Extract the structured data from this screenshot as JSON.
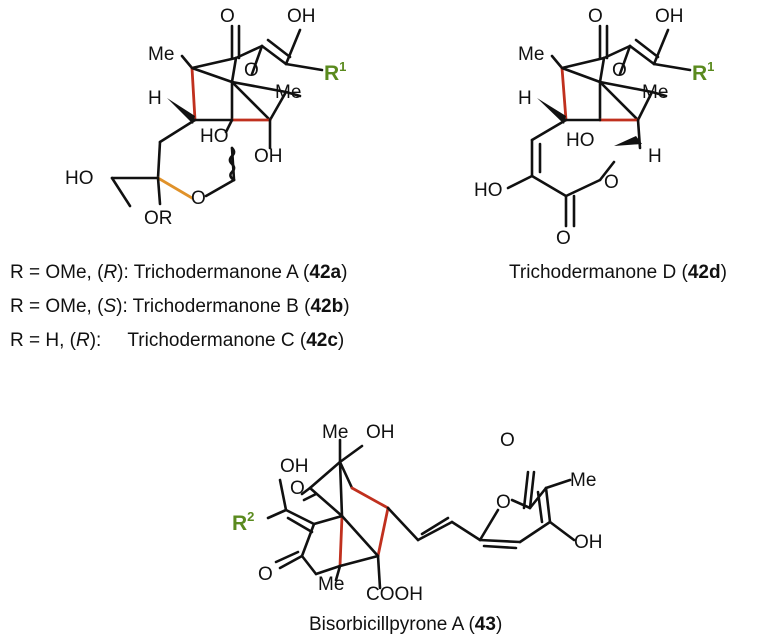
{
  "colors": {
    "highlight_bond": "#c0301e",
    "ring_bond": "#e0922a",
    "r_group": "#5a8a1e"
  },
  "atoms": {
    "o": "O",
    "oh": "OH",
    "ho": "HO",
    "me": "Me",
    "h": "H",
    "or": "OR",
    "cooh": "COOH",
    "r": "R",
    "sup1": "1",
    "sup2": "2"
  },
  "legend_abc": [
    {
      "prefix": "R = OMe, (",
      "config": "R",
      "middle": "): Trichodermanone A (",
      "code": "42a",
      "suffix": ")"
    },
    {
      "prefix": "R = OMe, (",
      "config": "S",
      "middle": "): Trichodermanone B (",
      "code": "42b",
      "suffix": ")"
    },
    {
      "prefix": "R = H, (",
      "config": "R",
      "middle": "):     Trichodermanone C (",
      "code": "42c",
      "suffix": ")"
    }
  ],
  "caption_d": {
    "name": "Trichodermanone D (",
    "code": "42d",
    "suffix": ")"
  },
  "caption_43": {
    "name": "Bisorbicillpyrone A (",
    "code": "43",
    "suffix": ")"
  }
}
